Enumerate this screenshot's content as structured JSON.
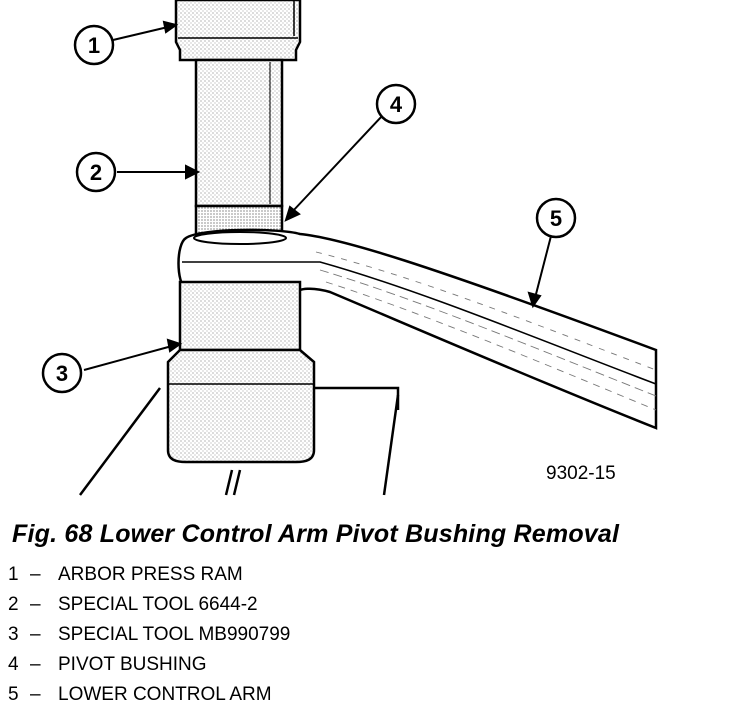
{
  "figure": {
    "code": "9302-15",
    "caption": "Fig. 68 Lower Control Arm Pivot Bushing Removal"
  },
  "callouts": [
    "1",
    "2",
    "3",
    "4",
    "5"
  ],
  "legend": [
    {
      "number": "1",
      "separator": "–",
      "label": "ARBOR PRESS RAM"
    },
    {
      "number": "2",
      "separator": "–",
      "label": "SPECIAL TOOL 6644-2"
    },
    {
      "number": "3",
      "separator": "–",
      "label": "SPECIAL TOOL MB990799"
    },
    {
      "number": "4",
      "separator": "–",
      "label": "PIVOT BUSHING"
    },
    {
      "number": "5",
      "separator": "–",
      "label": "LOWER CONTROL ARM"
    }
  ]
}
